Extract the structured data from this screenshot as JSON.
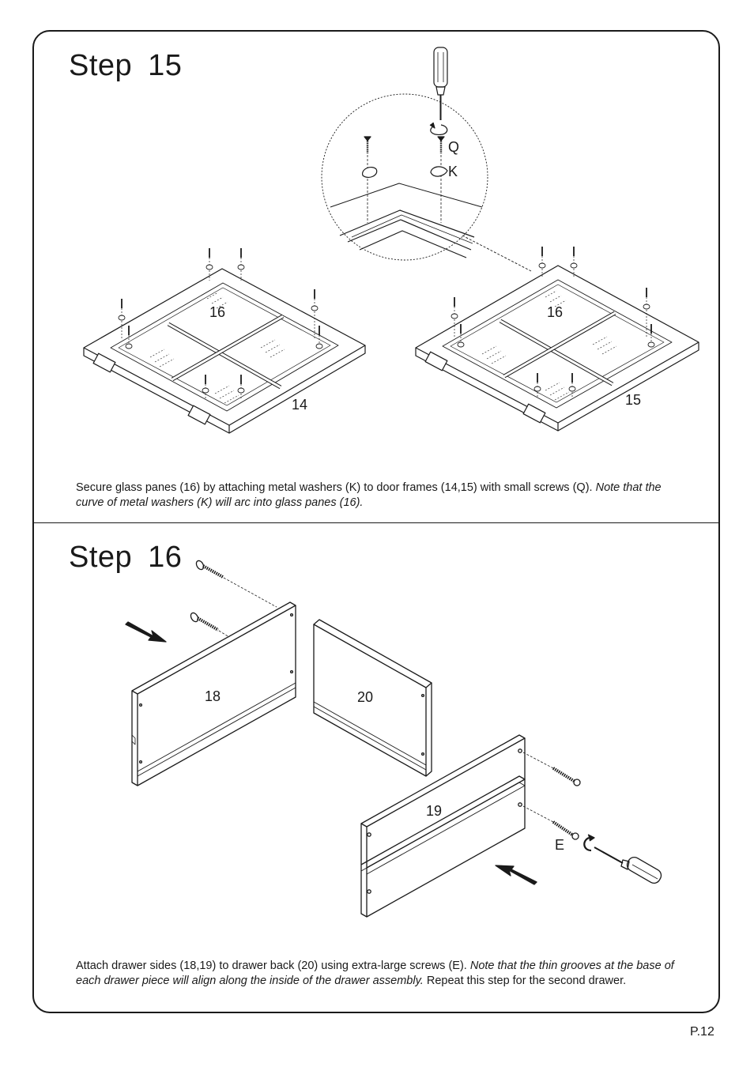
{
  "step15": {
    "title_word": "Step",
    "title_number": "15",
    "labels": {
      "screw": "Q",
      "washer": "K",
      "glass_left": "16",
      "frame_left": "14",
      "glass_right": "16",
      "frame_right": "15"
    },
    "instruction": {
      "normal": "Secure glass panes (16) by attaching metal washers (K) to door frames (14,15) with small screws (Q).",
      "note": "Note that the curve of metal washers (K) will arc into glass panes (16)."
    }
  },
  "step16": {
    "title_word": "Step",
    "title_number": "16",
    "labels": {
      "side_left": "18",
      "back": "20",
      "side_right": "19",
      "screw": "E"
    },
    "instruction": {
      "normal": "Attach drawer sides (18,19) to drawer back (20) using extra-large screws (E).",
      "note": "Note that the thin grooves at the base of each drawer piece will align along the inside of the drawer assembly.",
      "tail": "Repeat this step for the second drawer."
    }
  },
  "page_number": "P.12",
  "icons": [
    "screwdriver-icon",
    "rotate-arrow-icon",
    "screw-icon",
    "washer-icon",
    "direction-arrow-icon"
  ]
}
